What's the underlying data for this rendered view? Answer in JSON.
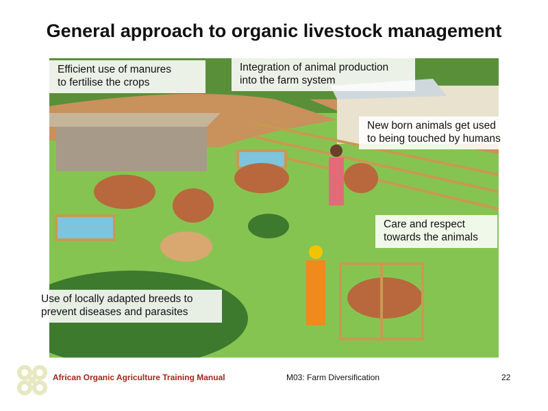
{
  "title": "General approach to organic livestock management",
  "callouts": {
    "manures": [
      "Efficient use of manures",
      "to fertilise the crops"
    ],
    "integration": [
      "Integration of animal production",
      "into the farm system"
    ],
    "newborn": [
      "New born animals get used",
      "to being touched by humans"
    ],
    "care": [
      "Care and respect",
      "towards the animals"
    ],
    "breeds": [
      "Use of locally adapted breeds to",
      "prevent diseases and parasites"
    ]
  },
  "footer": {
    "manual": "African Organic Agriculture Training Manual",
    "module": "M03: Farm Diversification",
    "page": "22"
  },
  "colors": {
    "grass": "#7fbf4a",
    "path": "#c9915c",
    "footer_red": "#a0281c",
    "logo": "#e6e8c0"
  }
}
